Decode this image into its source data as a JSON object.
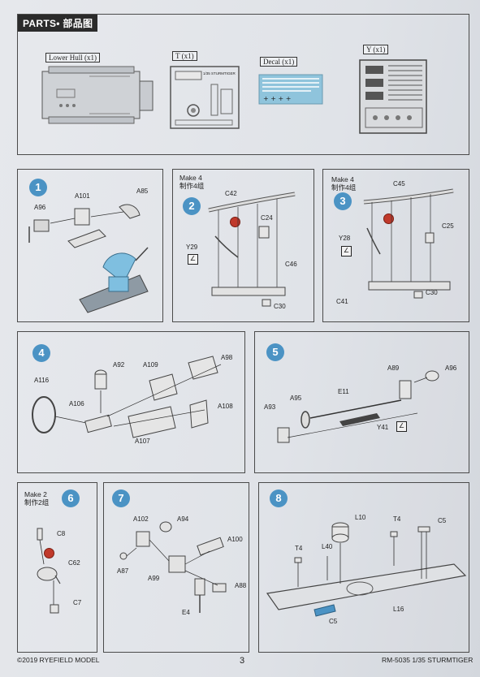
{
  "parts": {
    "title": "PARTS• 部品图",
    "lower_hull": "Lower Hull (x1)",
    "t": "T (x1)",
    "decal": "Decal (x1)",
    "y": "Y (x1)",
    "t_sprue_text": "1/35 STURMTIGER"
  },
  "steps": {
    "s1": {
      "num": "1",
      "labels": {
        "a96": "A96",
        "a101": "A101",
        "a85": "A85"
      }
    },
    "s2": {
      "num": "2",
      "make_en": "Make 4",
      "make_cn": "制作4组",
      "labels": {
        "c42": "C42",
        "c24": "C24",
        "y29": "Y29",
        "c46": "C46",
        "c30": "C30"
      }
    },
    "s3": {
      "num": "3",
      "make_en": "Make 4",
      "make_cn": "制作4组",
      "labels": {
        "c45": "C45",
        "c25": "C25",
        "y28": "Y28",
        "c41": "C41",
        "c30": "C30"
      }
    },
    "s4": {
      "num": "4",
      "labels": {
        "a92": "A92",
        "a109": "A109",
        "a98": "A98",
        "a116": "A116",
        "a106": "A106",
        "a108": "A108",
        "a107": "A107"
      }
    },
    "s5": {
      "num": "5",
      "labels": {
        "a89": "A89",
        "a96": "A96",
        "e11": "E11",
        "a95": "A95",
        "a93": "A93",
        "y41": "Y41"
      }
    },
    "s6": {
      "num": "6",
      "make_en": "Make 2",
      "make_cn": "制作2组",
      "labels": {
        "c8": "C8",
        "c62": "C62",
        "c7": "C7"
      }
    },
    "s7": {
      "num": "7",
      "labels": {
        "a102": "A102",
        "a94": "A94",
        "a100": "A100",
        "a87": "A87",
        "a99": "A99",
        "a88": "A88",
        "e4": "E4"
      }
    },
    "s8": {
      "num": "8",
      "labels": {
        "l10": "L10",
        "t4a": "T4",
        "c5a": "C5",
        "t4b": "T4",
        "l40": "L40",
        "l16": "L16",
        "c5b": "C5"
      }
    }
  },
  "footer": {
    "left": "©2019 RYEFIELD MODEL",
    "page": "3",
    "right": "RM-5035 1/35 STURMTIGER"
  },
  "colors": {
    "step_badge": "#4b93c4",
    "warning": "#c0392b",
    "decal_blue": "#8fc4dc"
  }
}
